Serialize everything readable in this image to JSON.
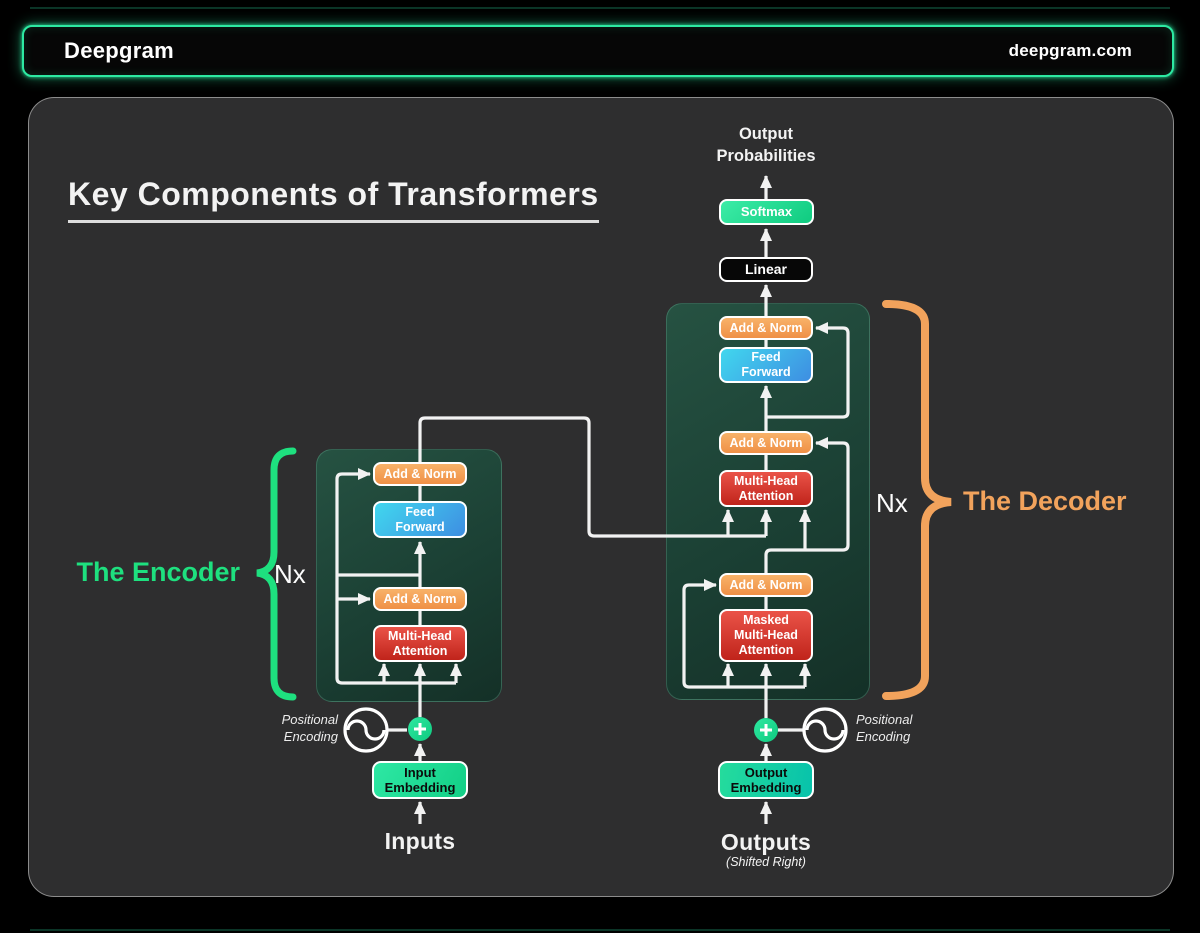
{
  "header": {
    "logo": "Deepgram",
    "site": "deepgram.com"
  },
  "title": "Key Components of Transformers",
  "output_head": {
    "probabilities": "Output Probabilities",
    "softmax": "Softmax",
    "linear": "Linear"
  },
  "encoder": {
    "section_label": "The Encoder",
    "nx": "Nx",
    "add_norm_top": "Add & Norm",
    "feed_forward": "Feed Forward",
    "add_norm_bottom": "Add & Norm",
    "attention": "Multi-Head Attention",
    "embedding": "Input Embedding",
    "input_label": "Inputs",
    "positional_encoding": "Positional Encoding"
  },
  "decoder": {
    "section_label": "The Decoder",
    "nx": "Nx",
    "add_norm_top": "Add & Norm",
    "feed_forward": "Feed Forward",
    "add_norm_mid": "Add & Norm",
    "attention": "Multi-Head Attention",
    "add_norm_bottom": "Add & Norm",
    "masked_attention": "Masked Multi-Head Attention",
    "embedding": "Output Embedding",
    "output_label": "Outputs",
    "shifted_right": "(Shifted Right)",
    "positional_encoding": "Positional Encoding"
  },
  "icons": {
    "positional_encoding": "sine-wave-circle",
    "add": "plus-circle"
  },
  "colors": {
    "accent_green": "#1ee07f",
    "accent_orange": "#f2a35c",
    "box_orange": "#ef9046",
    "box_red": "#c0241b",
    "box_blue": "#3e8ee2",
    "box_softmax_green": "#0fcb80",
    "box_embedding_green": "#12cf86",
    "box_embedding_teal": "#07c2ab",
    "panel_bg": "#2e2e2f",
    "container_green": "#1b4034",
    "wire": "#f2f2f2",
    "topbar_border": "#2de9a2"
  }
}
